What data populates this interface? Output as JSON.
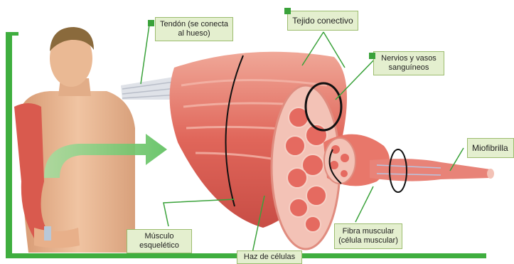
{
  "labels": {
    "tendon": "Tendón (se conecta\nal hueso)",
    "tejido": "Tejido conectivo",
    "nervios": "Nervios y vasos\nsanguíneos",
    "miofibrilla": "Miofibrilla",
    "musculo": "Músculo\nesquelético",
    "haz": "Haz de células",
    "fibra": "Fibra muscular\n(célula muscular)"
  },
  "colors": {
    "accent_green": "#3fae3f",
    "label_fill": "#e4efcf",
    "muscle_red": "#e2685c",
    "muscle_light": "#f3b4a8",
    "skin": "#e8b48f"
  }
}
